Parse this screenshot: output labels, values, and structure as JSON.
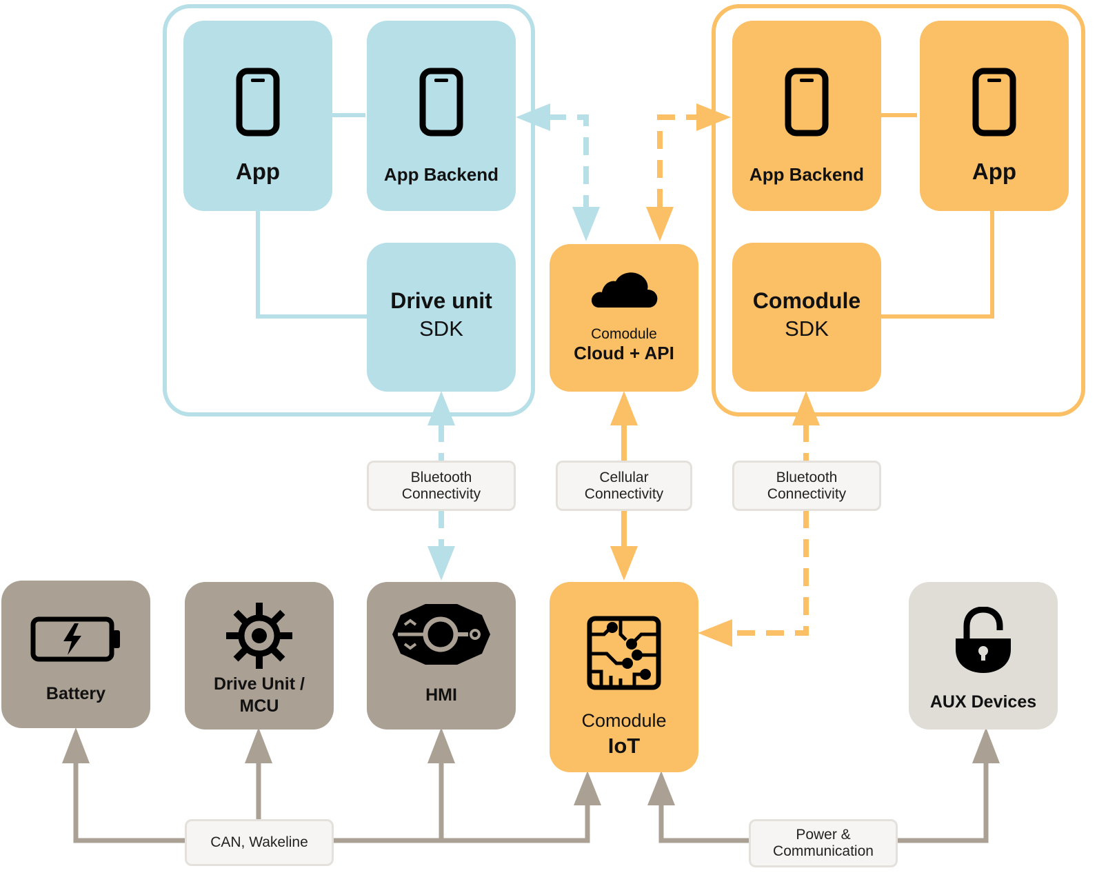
{
  "left_group": {
    "app_label": "App",
    "backend_label": "App Backend",
    "sdk_title": "Drive unit",
    "sdk_sub": "SDK"
  },
  "right_group": {
    "backend_label": "App Backend",
    "app_label": "App",
    "sdk_title": "Comodule",
    "sdk_sub": "SDK"
  },
  "cloud": {
    "line1": "Comodule",
    "line2": "Cloud + API"
  },
  "iot": {
    "line1": "Comodule",
    "line2": "IoT"
  },
  "connections": {
    "bt_left": [
      "Bluetooth",
      "Connectivity"
    ],
    "cellular": [
      "Cellular",
      "Connectivity"
    ],
    "bt_right": [
      "Bluetooth",
      "Connectivity"
    ],
    "can": "CAN, Wakeline",
    "power": [
      "Power &",
      "Communication"
    ]
  },
  "devices": {
    "battery": "Battery",
    "drive_unit": [
      "Drive Unit /",
      "MCU"
    ],
    "hmi": "HMI",
    "aux": "AUX Devices"
  },
  "colors": {
    "blue": "#b7dfe8",
    "orange": "#fbbf65",
    "grey": "#aaa093",
    "light_grey": "#e0dcd6"
  },
  "icons": [
    "phone-icon",
    "cloud-icon",
    "circuit-icon",
    "battery-icon",
    "gear-icon",
    "hmi-icon",
    "lock-icon"
  ]
}
